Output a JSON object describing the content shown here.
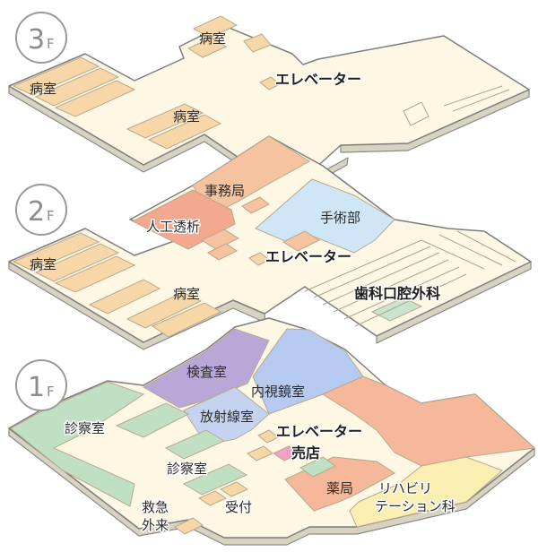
{
  "colors": {
    "floor": "#fdf7e4",
    "floor_side": "#d8d2c0",
    "ward_room": "#f7d7a8",
    "office": "#f6c3a0",
    "dialysis": "#f3a98f",
    "surgery": "#cfe6f6",
    "dental": "#c9e4cc",
    "exam": "#b9a7d8",
    "endoscopy": "#b6c9ee",
    "radiology": "#c6d3f0",
    "clinic": "#bfe0c3",
    "pharmacy": "#f6b89a",
    "rehab": "#fbeeb2",
    "shop": "#f2a0c8",
    "elevator": "#f7d7a8"
  },
  "floors": [
    {
      "id": "3F",
      "number": "3",
      "suffix": "F",
      "labels": [
        {
          "name": "ward-3f-west",
          "text": "病室"
        },
        {
          "name": "ward-3f-north",
          "text": "病室"
        },
        {
          "name": "ward-3f-center",
          "text": "病室"
        },
        {
          "name": "elevator-3f",
          "text": "エレベーター"
        }
      ]
    },
    {
      "id": "2F",
      "number": "2",
      "suffix": "F",
      "labels": [
        {
          "name": "office-2f",
          "text": "事務局"
        },
        {
          "name": "dialysis-2f",
          "text": "人工透析"
        },
        {
          "name": "surgery-2f",
          "text": "手術部"
        },
        {
          "name": "elevator-2f",
          "text": "エレベーター"
        },
        {
          "name": "ward-2f-west",
          "text": "病室"
        },
        {
          "name": "ward-2f-center",
          "text": "病室"
        },
        {
          "name": "dental-2f",
          "text": "歯科口腔外科"
        }
      ]
    },
    {
      "id": "1F",
      "number": "1",
      "suffix": "F",
      "labels": [
        {
          "name": "exam-room-1f",
          "text": "検査室"
        },
        {
          "name": "endoscopy-1f",
          "text": "内視鏡室"
        },
        {
          "name": "radiology-1f",
          "text": "放射線室"
        },
        {
          "name": "elevator-1f",
          "text": "エレベーター"
        },
        {
          "name": "shop-1f",
          "text": "売店"
        },
        {
          "name": "clinic-west-1f",
          "text": "診察室"
        },
        {
          "name": "clinic-south-1f",
          "text": "診察室"
        },
        {
          "name": "pharmacy-1f",
          "text": "薬局"
        },
        {
          "name": "rehab-1f-line1",
          "text": "リハビリ"
        },
        {
          "name": "rehab-1f-line2",
          "text": "テーション科"
        },
        {
          "name": "emergency-1f-line1",
          "text": "救急"
        },
        {
          "name": "emergency-1f-line2",
          "text": "外来"
        },
        {
          "name": "reception-1f",
          "text": "受付"
        }
      ]
    }
  ]
}
